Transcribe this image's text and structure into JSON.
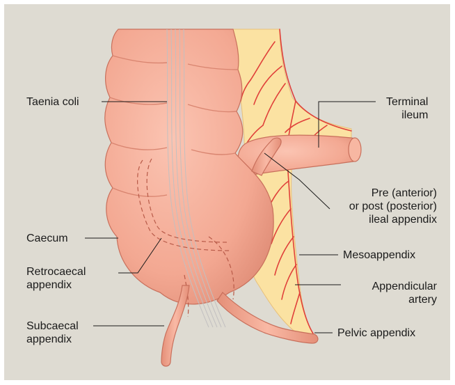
{
  "labels": {
    "taenia_coli": "Taenia coli",
    "terminal_ileum": [
      "Terminal",
      "ileum"
    ],
    "pre_post_ileal": [
      "Pre (anterior)",
      "or post (posterior)",
      "ileal appendix"
    ],
    "caecum": "Caecum",
    "mesoappendix": "Mesoappendix",
    "retrocaecal": [
      "Retrocaecal",
      "appendix"
    ],
    "appendicular_artery": [
      "Appendicular",
      "artery"
    ],
    "subcaecal": [
      "Subcaecal",
      "appendix"
    ],
    "pelvic_appendix": "Pelvic appendix"
  },
  "colors": {
    "background": "#dedbd2",
    "bowel": "#f3a892",
    "bowel_shade": "#d98570",
    "mesentery": "#fbe2a2",
    "artery": "#e0403a",
    "leader_line": "#1a1a1a"
  }
}
